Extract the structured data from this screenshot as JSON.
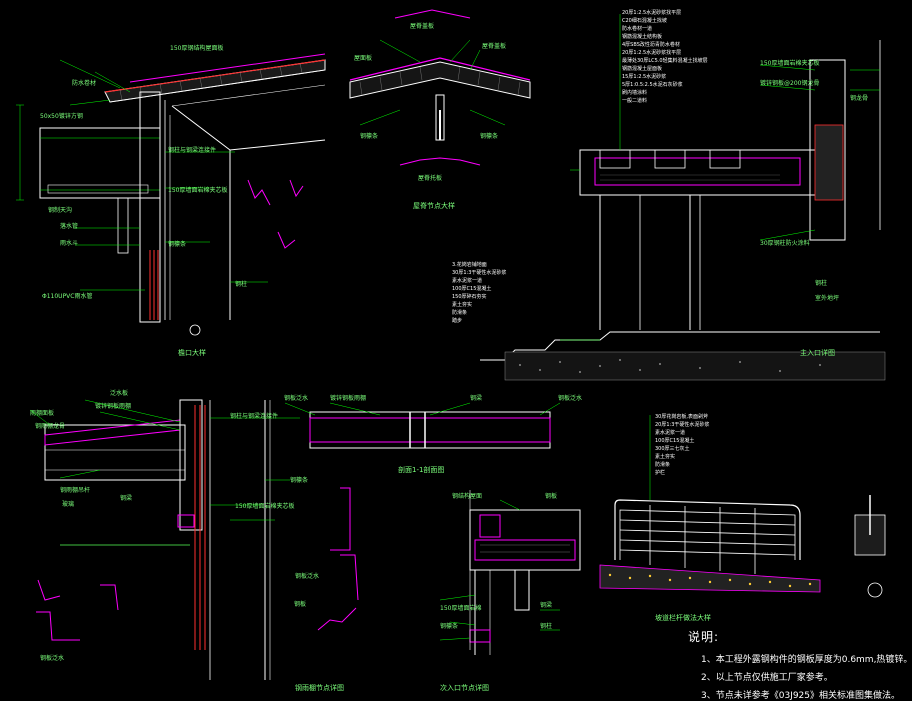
{
  "notes": {
    "heading": "说明:",
    "items": [
      "1、本工程外露钢构件的钢板厚度为0.6mm,热镀锌。",
      "2、以上节点仅供施工厂家参考。",
      "3、节点未详参考《03J925》相关标准图集做法。"
    ]
  },
  "panels": [
    {
      "title": "檐口大样"
    },
    {
      "title": "屋脊节点大样"
    },
    {
      "title": "主入口详图"
    },
    {
      "title": "钢雨棚节点详图"
    },
    {
      "title": "坡道栏杆做法大样"
    },
    {
      "title": "次入口节点详图"
    }
  ],
  "colors": {
    "background": "#000000",
    "green": "#00ff00",
    "white": "#ffffff",
    "magenta": "#ff00ff",
    "red": "#ff3030",
    "yellow": "#ffff00",
    "cyan": "#00ffff"
  }
}
